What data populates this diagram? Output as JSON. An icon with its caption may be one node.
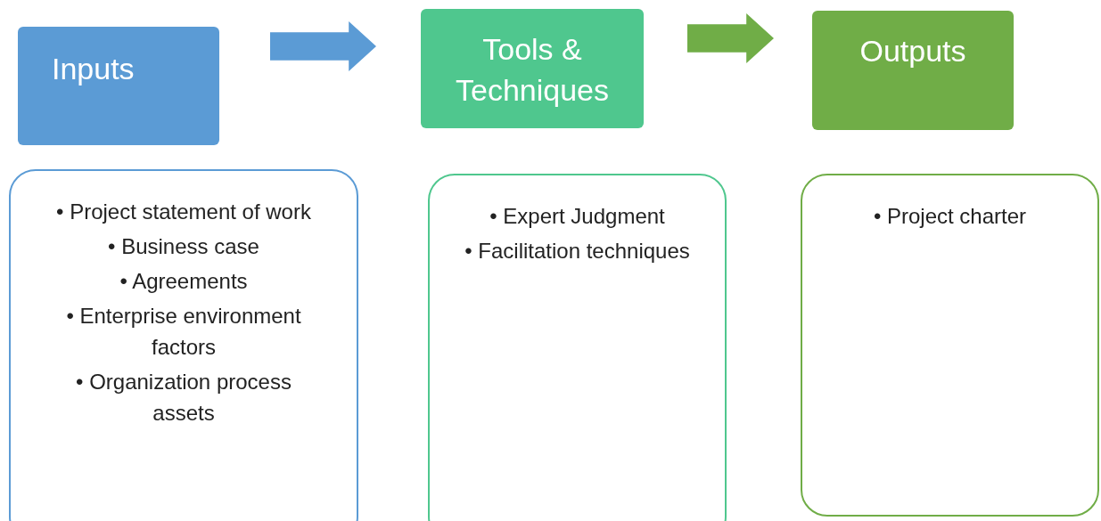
{
  "diagram": {
    "nodes": [
      {
        "text": [
          "Inputs"
        ]
      },
      {
        "text": [
          "Tools & Techniques"
        ]
      },
      {
        "text": [
          "Outputs"
        ]
      },
      {
        "text": [
          "• Project statement of work",
          "• Business case",
          "• Agreements",
          "• Enterprise environment factors",
          "• Organization process assets"
        ]
      },
      {
        "text": [
          "• Expert Judgment",
          "• Facilitation techniques"
        ]
      },
      {
        "text": [
          "• Project charter"
        ]
      }
    ],
    "edges": [
      {
        "from": 0,
        "to": 1,
        "arrow": "to",
        "color": "#5b9bd5"
      },
      {
        "from": 1,
        "to": 2,
        "arrow": "to",
        "color": "#70ad47"
      }
    ]
  }
}
